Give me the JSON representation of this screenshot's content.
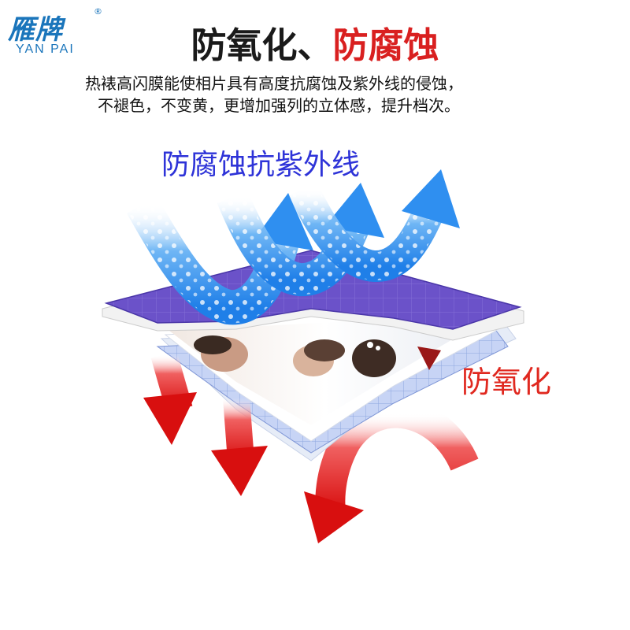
{
  "brand": {
    "name_cn": "雁牌",
    "name_en": "YAN PAI",
    "registered_mark": "®"
  },
  "headline": {
    "part1": "防氧化、",
    "part2": "防腐蚀"
  },
  "description": {
    "line1": "热裱高闪膜能使相片具有高度抗腐蚀及紫外线的侵蚀，",
    "line2": "不褪色，不变黄，更增加强列的立体感，提升档次。"
  },
  "labels": {
    "uv": "防腐蚀抗紫外线",
    "oxidation": "防氧化"
  },
  "colors": {
    "brand": "#1a75bb",
    "headline_dark": "#1a1a1a",
    "headline_red": "#d92020",
    "uv_label": "#2e33d8",
    "oxidation_label": "#e0281f",
    "film_purple": "#6b52c9",
    "grid_blue": "#b9c9f0",
    "uv_arrow": "#2f8ff0",
    "red_arrow": "#e01515"
  }
}
